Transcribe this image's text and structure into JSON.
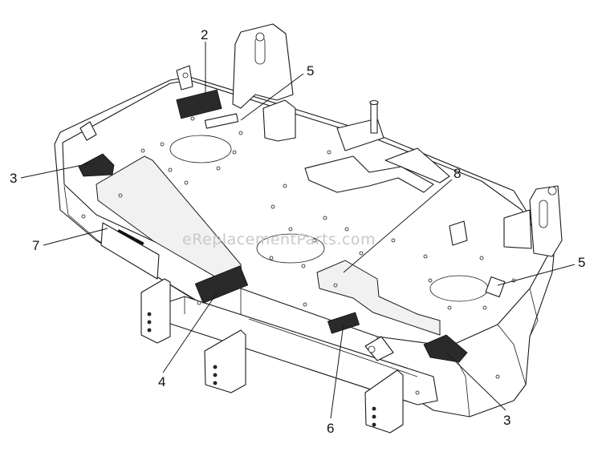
{
  "watermark": "eReplacementParts.com",
  "callouts": [
    {
      "id": "c2",
      "label": "2"
    },
    {
      "id": "c5a",
      "label": "5"
    },
    {
      "id": "c3a",
      "label": "3"
    },
    {
      "id": "c8",
      "label": "8"
    },
    {
      "id": "c7",
      "label": "7"
    },
    {
      "id": "c5b",
      "label": "5"
    },
    {
      "id": "c4",
      "label": "4"
    },
    {
      "id": "c6",
      "label": "6"
    },
    {
      "id": "c3b",
      "label": "3"
    }
  ]
}
